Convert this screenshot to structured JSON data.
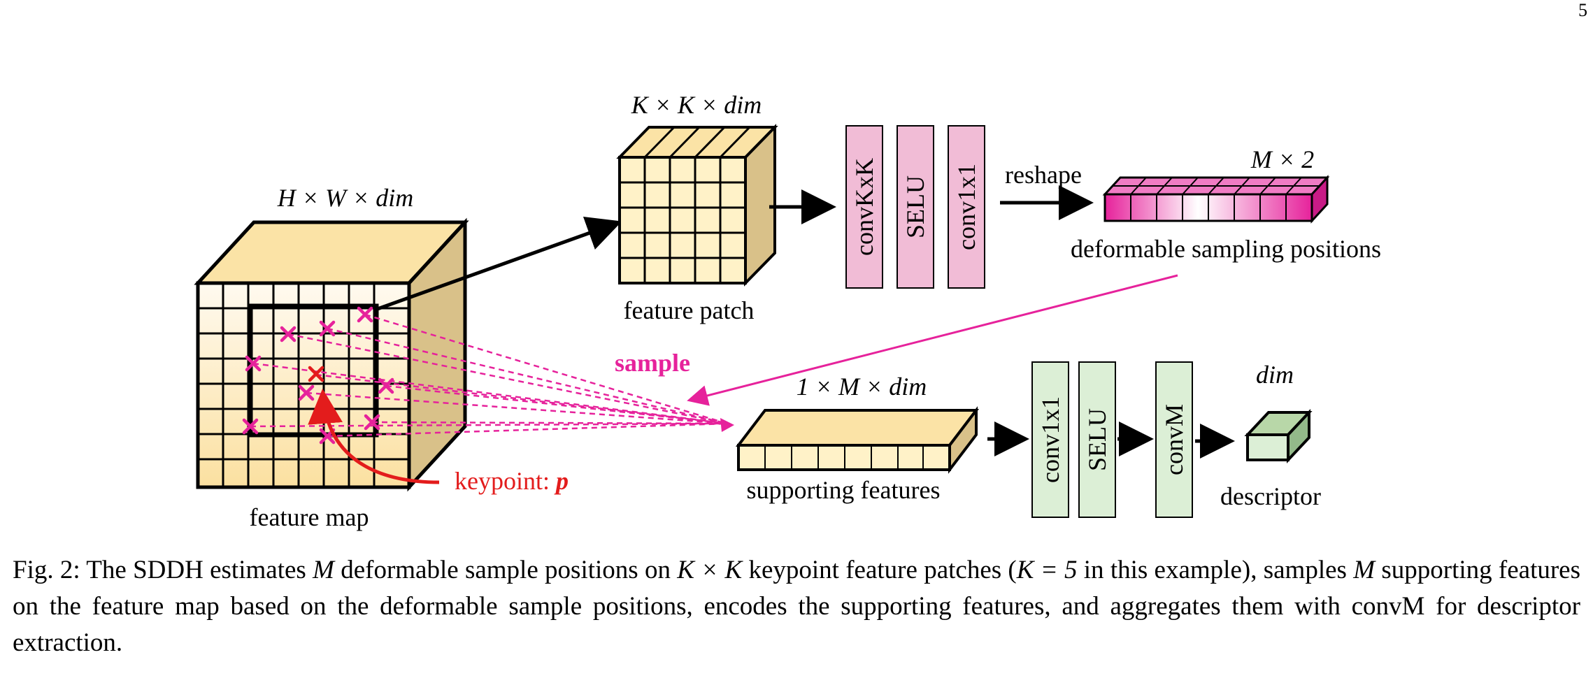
{
  "page_number": "5",
  "figure": {
    "feature_map": {
      "dim_label": "H × W × dim",
      "label": "feature map"
    },
    "feature_patch": {
      "dim_label": "K × K × dim",
      "label": "feature patch"
    },
    "patch_branch_layers": [
      "convKxK",
      "SELU",
      "conv1x1"
    ],
    "reshape_label": "reshape",
    "sampling_positions": {
      "dim_label": "M × 2",
      "label": "deformable sampling positions"
    },
    "sample_label": "sample",
    "keypoint_label": "keypoint: ",
    "keypoint_symbol": "p",
    "supporting_features": {
      "dim_label": "1 × M × dim",
      "label": "supporting features"
    },
    "support_branch_layers": [
      "conv1x1",
      "SELU",
      "convM"
    ],
    "descriptor": {
      "dim_label": "dim",
      "label": "descriptor"
    },
    "colors": {
      "cube_front": "#fff2c8",
      "cube_top": "#fbe3a6",
      "cube_side": "#d9c189",
      "conv_pink": "#f1bcd6",
      "conv_green": "#dcefd6",
      "magenta": "#e6229b",
      "keypoint_red": "#e31c1c",
      "descriptor_front": "#dcefd6",
      "descriptor_top": "#b8d7a8",
      "descriptor_side": "#93b98a"
    }
  },
  "caption": {
    "t1": "Fig. 2: The SDDH estimates ",
    "m1": "M",
    "t2": " deformable sample positions on ",
    "m2": "K × K",
    "t3": " keypoint feature patches (",
    "m3": "K = 5",
    "t4": " in this example), samples ",
    "m4": "M",
    "t5": " supporting features on the feature map based on the deformable sample positions, encodes the supporting features, and aggregates them with convM for descriptor extraction."
  }
}
